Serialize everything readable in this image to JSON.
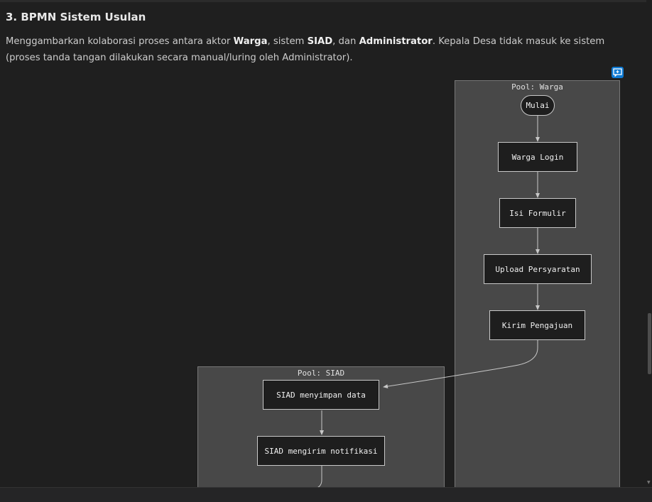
{
  "section": {
    "title": "3. BPMN Sistem Usulan",
    "description": {
      "t1": "Menggambarkan kolaborasi proses antara aktor ",
      "b1": "Warga",
      "t2": ", sistem ",
      "b2": "SIAD",
      "t3": ", dan ",
      "b3": "Administrator",
      "t4": ". Kepala Desa tidak masuk ke sistem (proses tanda tangan dilakukan secara manual/luring oleh Administrator)."
    }
  },
  "comment_button": {
    "icon": "comment-icon",
    "color": "#0e7ad3"
  },
  "diagram": {
    "pools": [
      {
        "label": "Pool: Warga"
      },
      {
        "label": "Pool: SIAD"
      }
    ],
    "nodes": {
      "start": "Mulai",
      "login": "Warga Login",
      "form": "Isi Formulir",
      "upload": "Upload Persyaratan",
      "submit": "Kirim Pengajuan",
      "save": "SIAD menyimpan data",
      "notify": "SIAD mengirim notifikasi"
    },
    "colors": {
      "pool_fill": "#484848",
      "node_fill": "#1e1e1e",
      "edge": "#c8c8c8"
    }
  }
}
